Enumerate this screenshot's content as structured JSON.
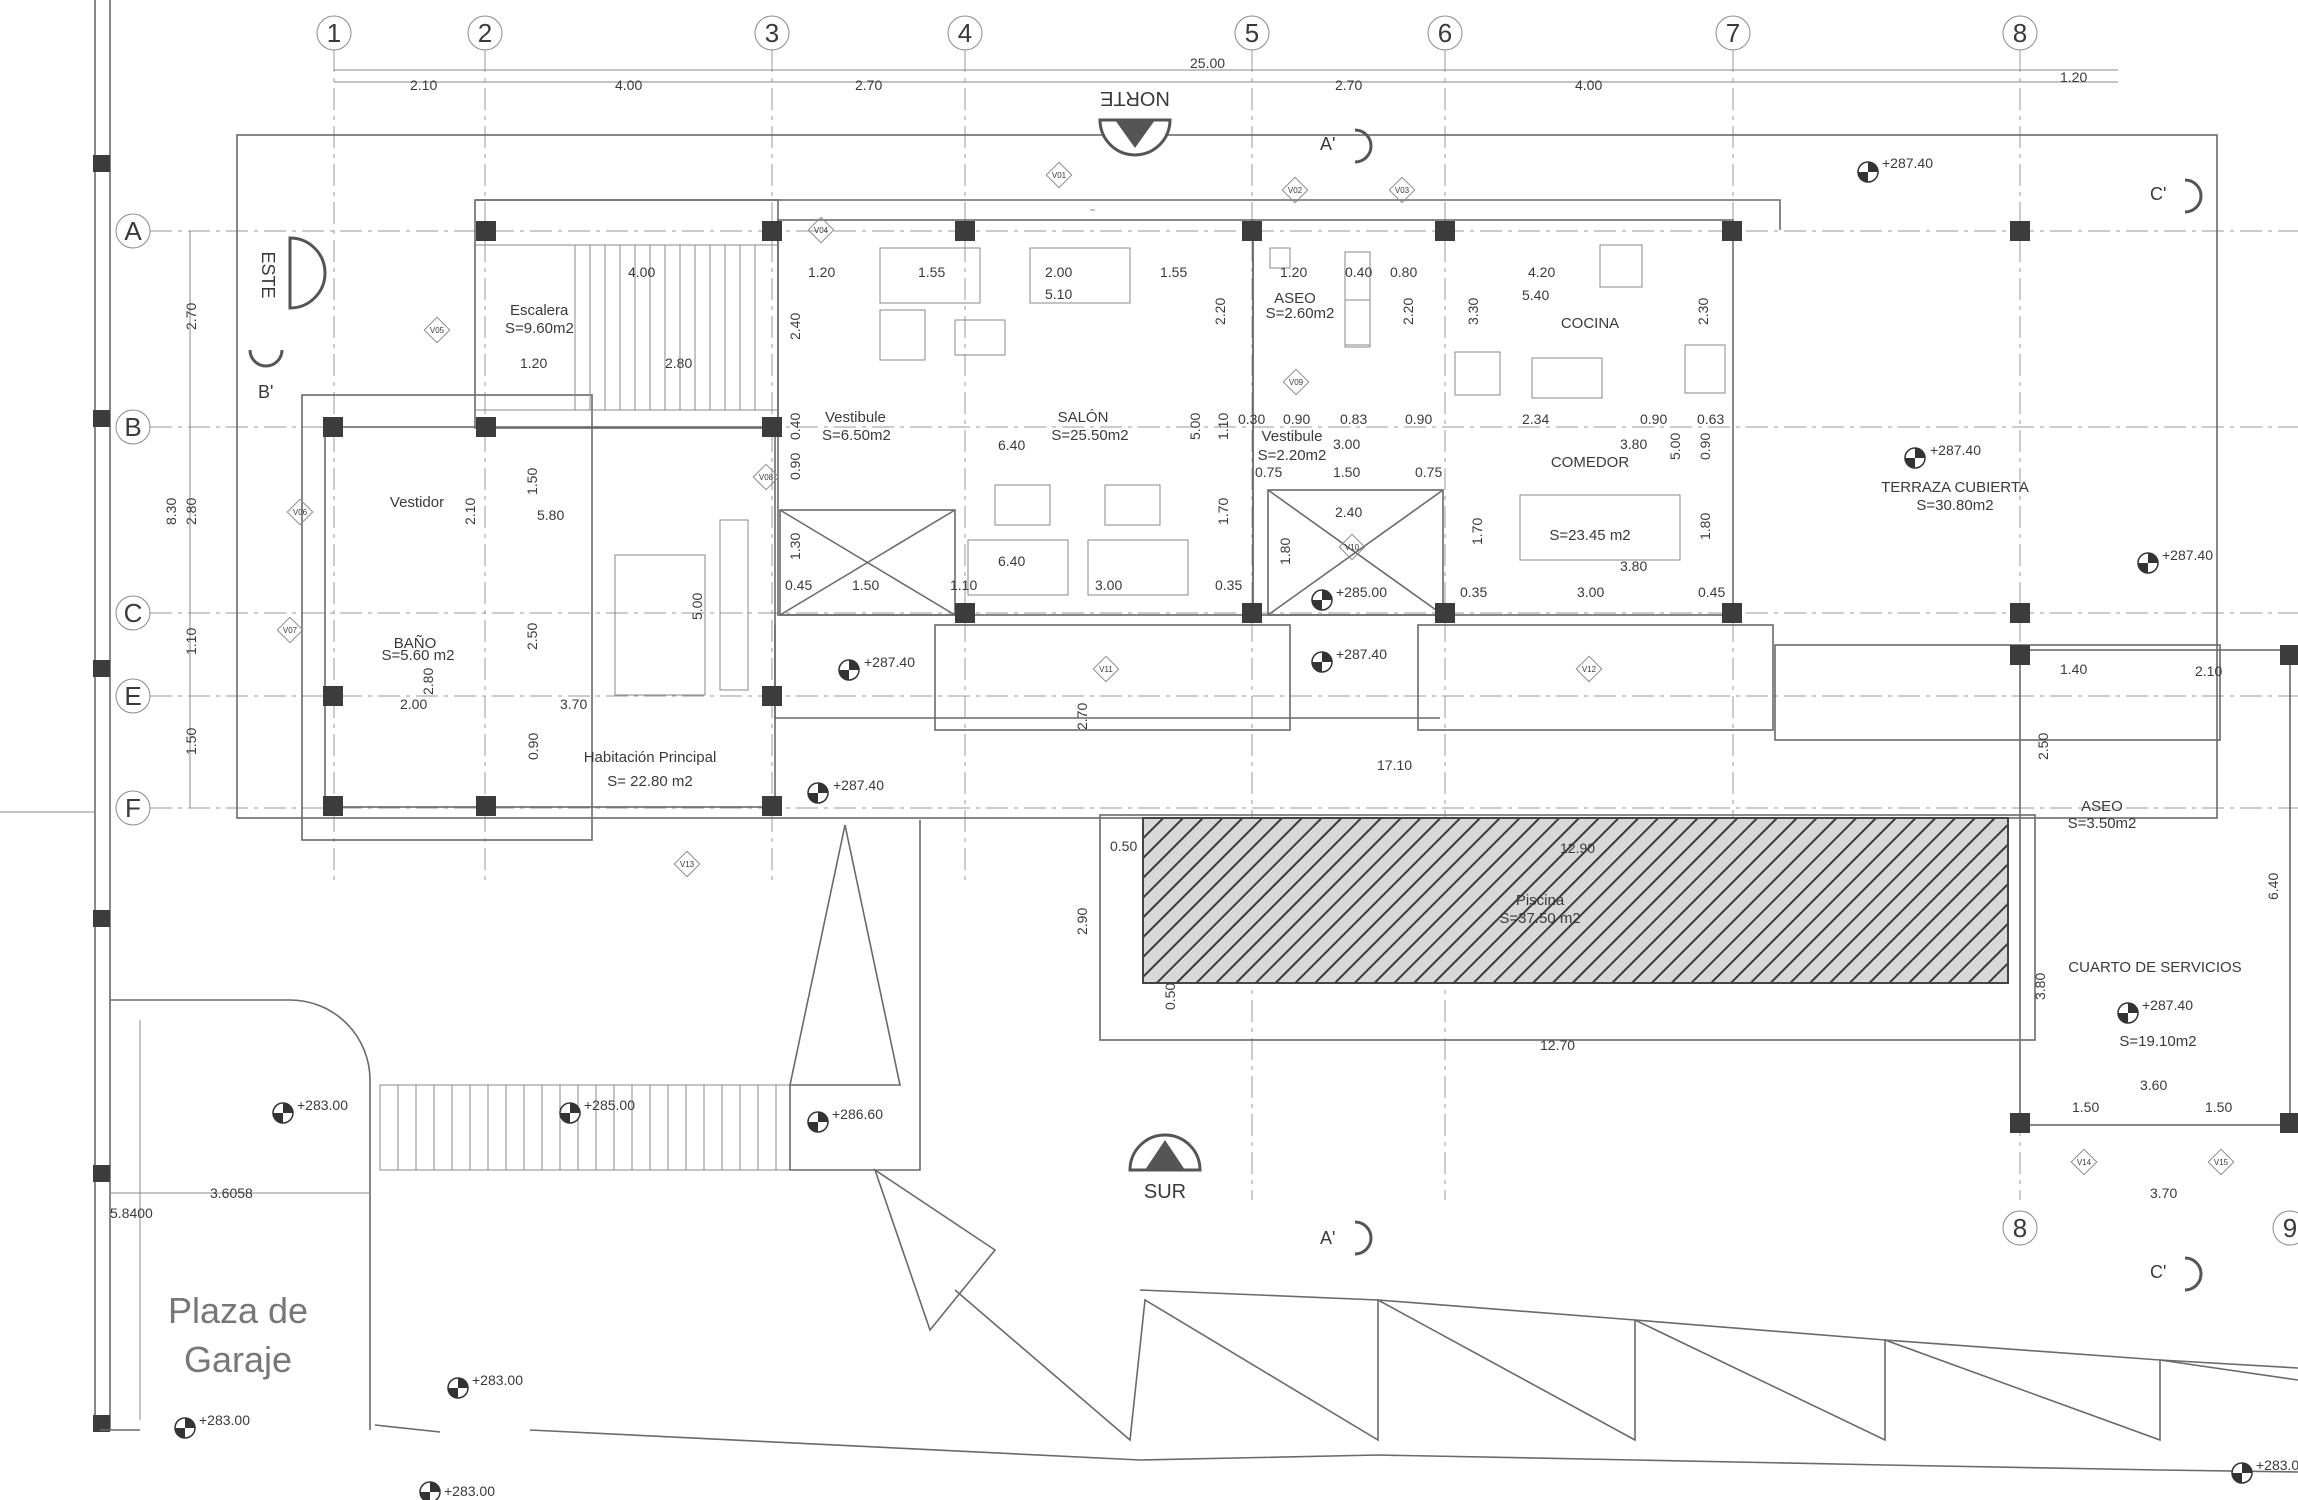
{
  "drawing": {
    "grid_columns": [
      "1",
      "2",
      "3",
      "4",
      "5",
      "6",
      "7",
      "8",
      "8",
      "9"
    ],
    "grid_rows": [
      "A",
      "B",
      "C",
      "E",
      "F"
    ],
    "orientation": {
      "north": "NORTE",
      "south": "SUR",
      "east": "ESTE"
    },
    "section_marks": [
      "A'",
      "A'",
      "B'",
      "C'",
      "C'"
    ],
    "rooms": [
      {
        "name": "Escalera",
        "area": "S=9.60m2"
      },
      {
        "name": "Vestibule",
        "area": "S=6.50m2"
      },
      {
        "name": "SALÓN",
        "area": "S=25.50m2"
      },
      {
        "name": "ASEO",
        "area": "S=2.60m2"
      },
      {
        "name": "COCINA",
        "area": ""
      },
      {
        "name": "Vestibule",
        "area": "S=2.20m2"
      },
      {
        "name": "COMEDOR",
        "area": "S=23.45 m2"
      },
      {
        "name": "TERRAZA CUBIERTA",
        "area": "S=30.80m2"
      },
      {
        "name": "Vestidor",
        "area": ""
      },
      {
        "name": "BAÑO",
        "area": "S=5.60 m2"
      },
      {
        "name": "Habitación Principal",
        "area": "S= 22.80 m2"
      },
      {
        "name": "ASEO",
        "area": "S=3.50m2"
      },
      {
        "name": "CUARTO DE SERVICIOS",
        "area": "S=19.10m2"
      },
      {
        "name": "Piscina",
        "area": "S=37.50 m2"
      }
    ],
    "garage_label": [
      "Plaza de",
      "Garaje"
    ],
    "garage_dims": [
      "3.6058",
      "5.8400"
    ],
    "levels": [
      "+287.40",
      "+287.40",
      "+287.40",
      "+287.40",
      "+287.40",
      "+287.40",
      "+285.00",
      "+287.40",
      "+283.00",
      "+285.00",
      "+286.60",
      "+283.00",
      "+283.00",
      "+283.00",
      "+283.00"
    ],
    "top_dims": [
      "2.10",
      "4.00",
      "2.70",
      "2.70",
      "4.00",
      "1.20"
    ],
    "total_dim": "25.00",
    "dims": {
      "stair_w": "4.00",
      "stair_a": "1.20",
      "stair_b": "2.80",
      "stair_h": "2.40",
      "salon_a": "1.20",
      "salon_b": "1.55",
      "salon_c": "2.00",
      "salon_d": "1.55",
      "salon_e": "5.10",
      "salon_w": "6.40",
      "salon_h": "5.00",
      "salon_w2": "6.40",
      "sofa": "3.00",
      "aseo_a": "1.20",
      "aseo_b": "0.40",
      "aseo_c": "0.80",
      "aseo_h": "2.20",
      "aseo_h2": "2.20",
      "coc_a": "4.20",
      "coc_b": "5.40",
      "coc_h": "3.30",
      "coc_h2": "2.30",
      "v2_a": "0.30",
      "v2_b": "0.90",
      "v2_c": "0.83",
      "v2_d": "0.90",
      "v2_e": "3.00",
      "v2_f": "0.75",
      "v2_g": "1.50",
      "v2_h": "0.75",
      "v2_i": "2.40",
      "v2_j": "1.10",
      "v2_k": "1.80",
      "v2_l": "1.70",
      "com_a": "2.34",
      "com_b": "0.90",
      "com_c": "0.63",
      "com_d": "3.80",
      "com_e": "5.00",
      "com_f": "0.90",
      "com_g": "3.80",
      "com_h": "3.00",
      "com_i": "1.80",
      "com_j": "1.70",
      "com_k": "0.35",
      "com_l": "0.45",
      "ves_a": "0.40",
      "ves_b": "0.90",
      "ves_c": "1.30",
      "ves_d": "0.45",
      "ves_e": "1.50",
      "ves_f": "1.10",
      "ves_g": "0.35",
      "hab_a": "5.80",
      "hab_b": "1.50",
      "hab_c": "2.10",
      "hab_d": "2.50",
      "hab_e": "5.00",
      "hab_f": "2.00",
      "hab_g": "3.70",
      "hab_h": "2.80",
      "hab_i": "0.90",
      "ter_a": "2.70",
      "ter_b": "17.10",
      "pis_a": "0.50",
      "pis_b": "2.90",
      "pis_c": "0.50",
      "pis_d": "12.70",
      "srv_a": "1.40",
      "srv_b": "2.10",
      "srv_c": "2.50",
      "srv_d": "6.40",
      "srv_e": "3.80",
      "srv_f": "3.60",
      "srv_g": "1.50",
      "srv_h": "1.50",
      "srv_i": "3.70",
      "side_a": "2.70",
      "side_b": "8.30",
      "side_c": "2.80",
      "side_d": "1.10",
      "side_e": "1.50",
      "pis_w": "12.90"
    },
    "door_tags": [
      "V01",
      "V02",
      "V03",
      "V04",
      "V05",
      "V06",
      "V07",
      "V08",
      "V09",
      "V10",
      "V11",
      "V12",
      "V13",
      "V14",
      "V15"
    ]
  }
}
